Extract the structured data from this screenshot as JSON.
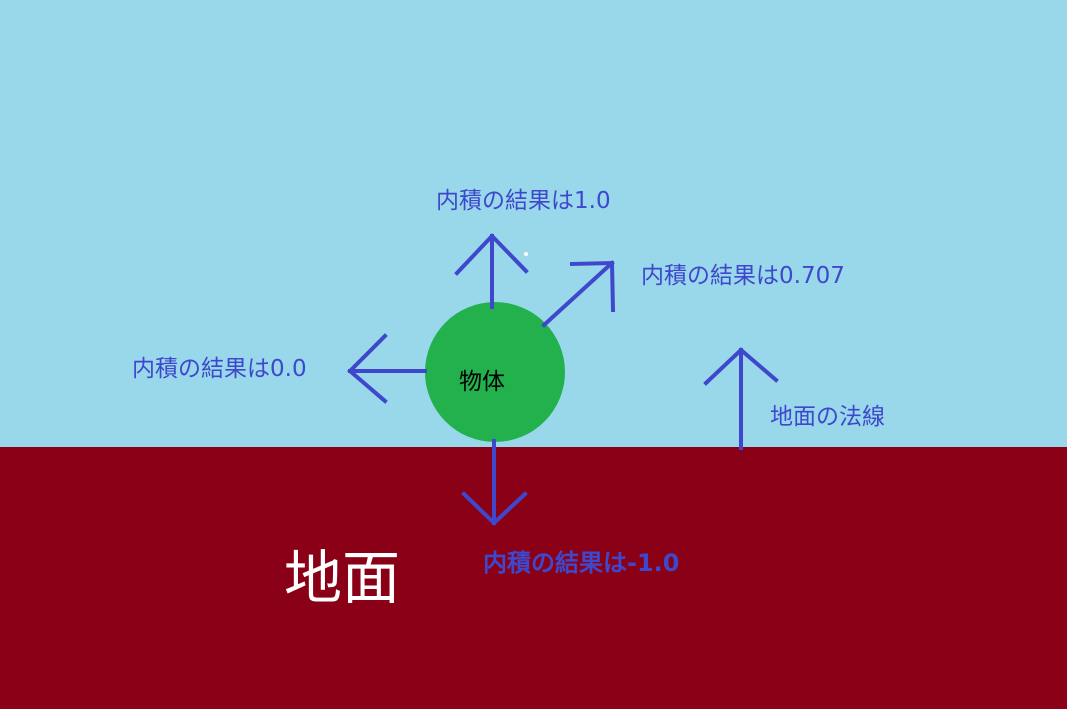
{
  "colors": {
    "sky": "#98d8ea",
    "ground": "#890017",
    "object": "#22b14c",
    "arrow": "#3f48cc",
    "ground_text": "#ffffff",
    "object_text": "#000000"
  },
  "object": {
    "label": "物体"
  },
  "ground": {
    "label": "地面"
  },
  "arrows": {
    "up": {
      "label": "内積の結果は1.0"
    },
    "diagonal": {
      "label": "内積の結果は0.707"
    },
    "left": {
      "label": "内積の結果は0.0"
    },
    "down": {
      "label": "内積の結果は-1.0"
    },
    "normal": {
      "label": "地面の法線"
    }
  }
}
